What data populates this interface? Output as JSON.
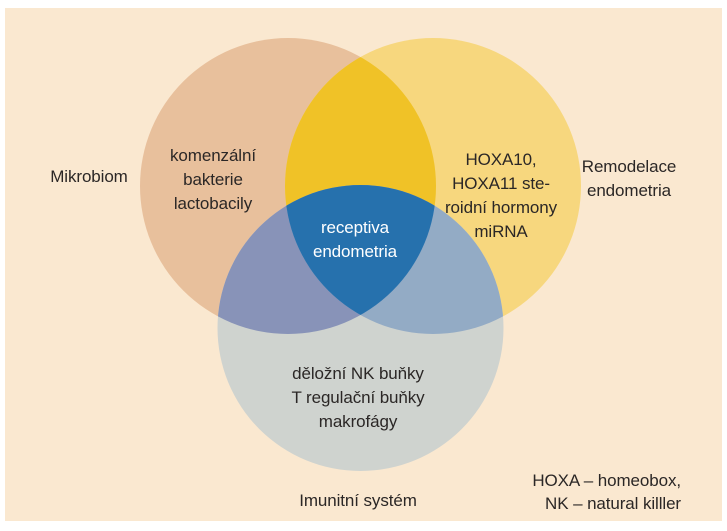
{
  "figure": {
    "type": "venn-diagram-3-set",
    "title_context": "receptivita endometria venn diagram",
    "colors": {
      "page_background": "#ffffff",
      "panel": "#fae8d0",
      "text": "#2b2726",
      "center_text": "#ffffff"
    },
    "sets": {
      "microbiome": {
        "outer_label": "Mikrobiom",
        "inner_label": "komenzální\nbakterie\nlactobacily",
        "color": "#e8c09c"
      },
      "remodeling": {
        "outer_label": "Remodelace\nendometria",
        "inner_label": "HOXA10,\nHOXA11 ste-\nroidní hormony\nmiRNA",
        "color": "#f7d77e"
      },
      "immune": {
        "outer_label": "Imunitní systém",
        "inner_label": "děložní NK buňky\nT regulační buňky\nmakrofágy",
        "color": "#cfd3cf"
      }
    },
    "overlaps": {
      "microbiome_remodeling": {
        "color": "#f0c227"
      },
      "microbiome_immune": {
        "color": "#8893b8"
      },
      "remodeling_immune": {
        "color": "#93abc5"
      },
      "center": {
        "label": "receptiva\nendometria",
        "color": "#2671ad"
      }
    },
    "footnote": "HOXA – homeobox,\nNK – natural killler"
  }
}
